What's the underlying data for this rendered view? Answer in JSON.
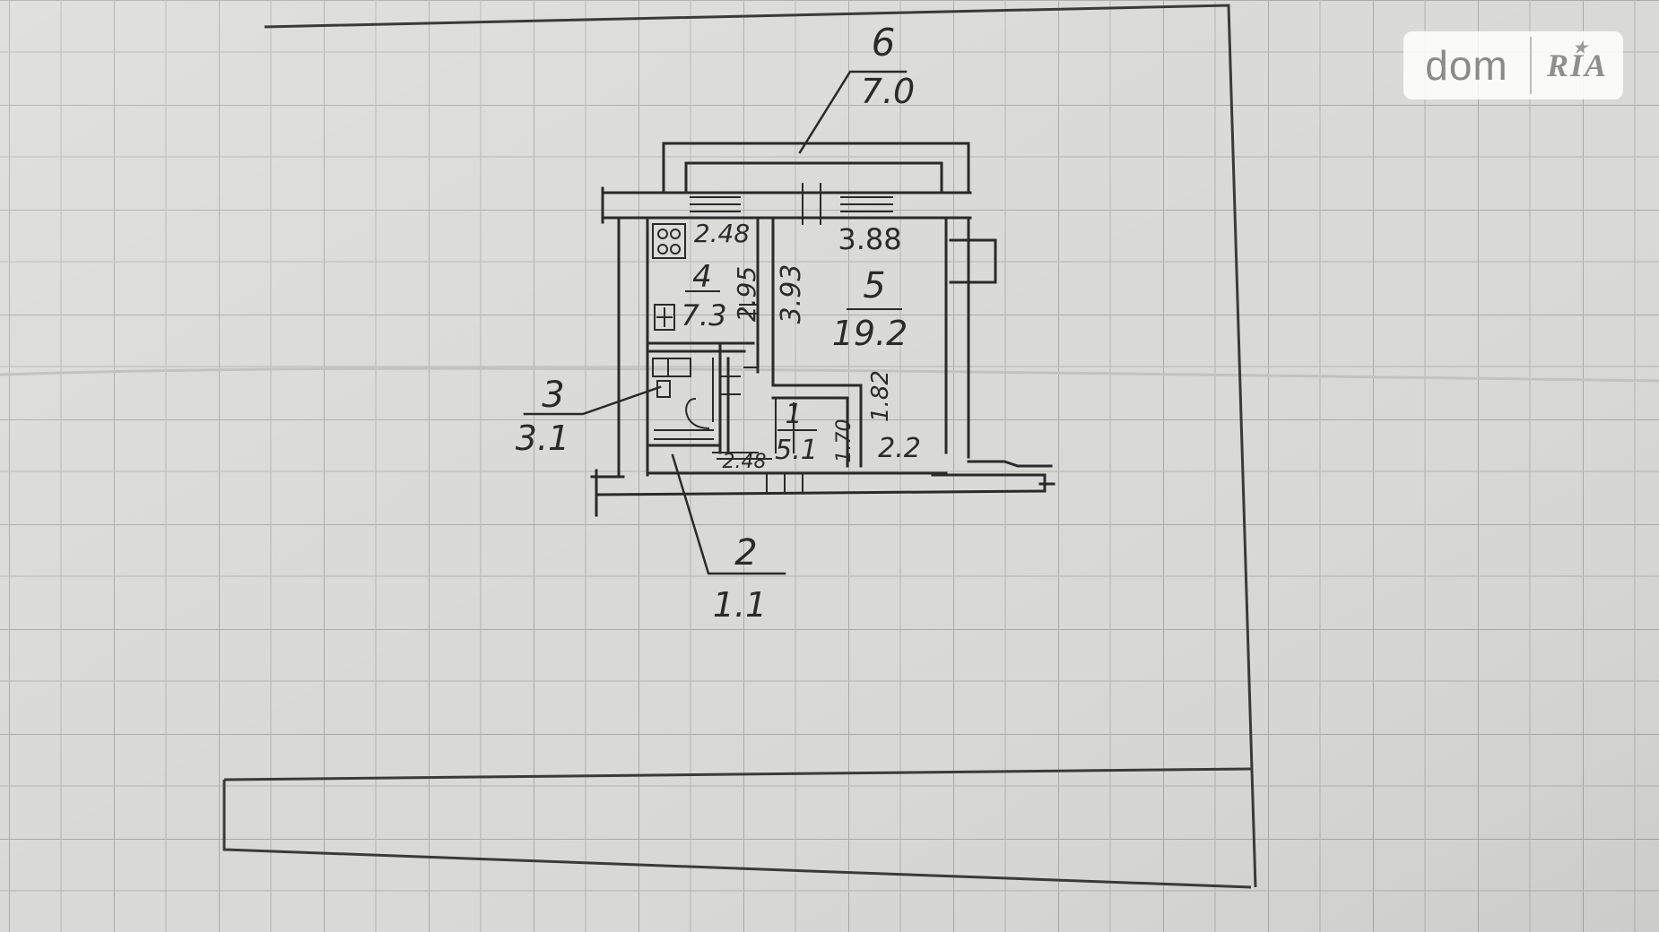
{
  "plan": {
    "rooms": [
      {
        "number": "1",
        "area": "5.1"
      },
      {
        "number": "2",
        "area": "1.1"
      },
      {
        "number": "3",
        "area": "3.1"
      },
      {
        "number": "4",
        "area": "7.3"
      },
      {
        "number": "5",
        "area": "19.2"
      },
      {
        "number": "6",
        "area": "7.0"
      }
    ],
    "dimensions": {
      "d_2_48_top": "2.48",
      "d_3_88": "3.88",
      "d_2_95": "2.95",
      "d_3_93": "3.93",
      "d_1_82": "1.82",
      "d_1_70": "1.70",
      "d_2_2": "2.2",
      "d_2_48_bottom": "2.48"
    }
  },
  "watermark": {
    "left_text": "dom",
    "right_text": "RIA",
    "star_icon": "star-icon"
  },
  "colors": {
    "paper": "#d8d8d6",
    "grid": "#a7a7a5",
    "ink": "#2a2a2a"
  }
}
